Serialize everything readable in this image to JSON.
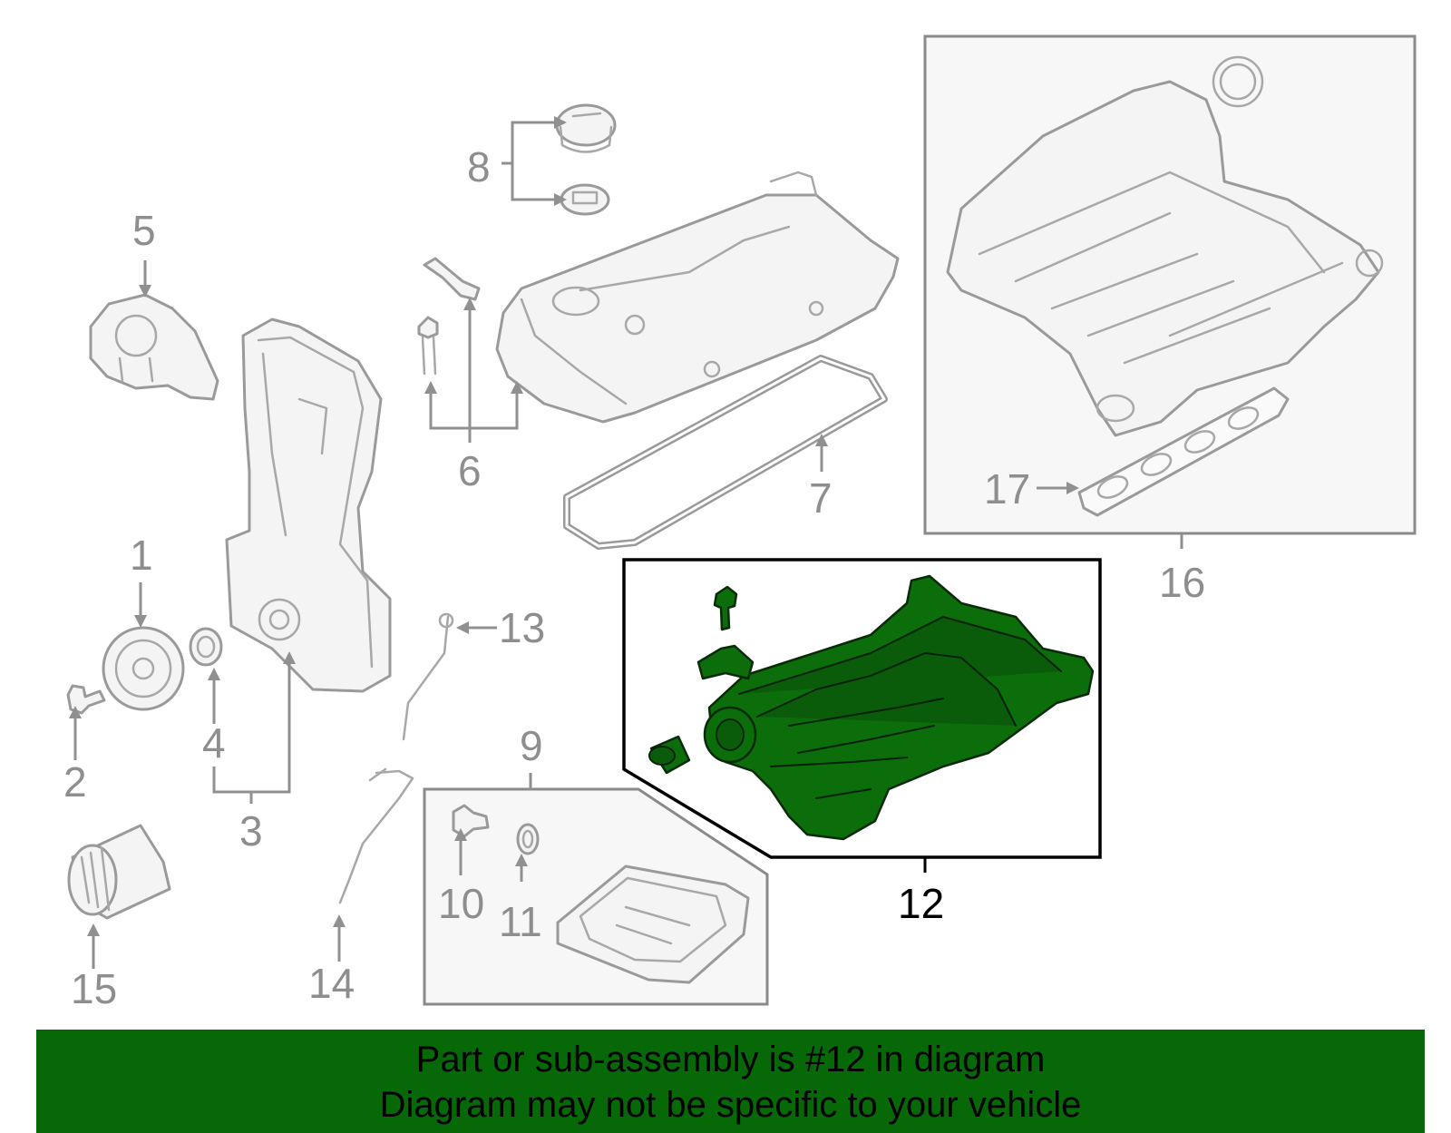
{
  "callouts": {
    "c1": "1",
    "c2": "2",
    "c3": "3",
    "c4": "4",
    "c5": "5",
    "c6": "6",
    "c7": "7",
    "c8": "8",
    "c9": "9",
    "c10": "10",
    "c11": "11",
    "c12": "12",
    "c13": "13",
    "c14": "14",
    "c15": "15",
    "c16": "16",
    "c17": "17"
  },
  "highlighted_callout": "12",
  "colors": {
    "highlight_part": "#0b6e0b",
    "banner_background": "#066806",
    "part_stroke": "#9a9a9a"
  },
  "banner": {
    "line1": "Part or sub-assembly is #12 in diagram",
    "line2": "Diagram may not be specific to your vehicle"
  }
}
